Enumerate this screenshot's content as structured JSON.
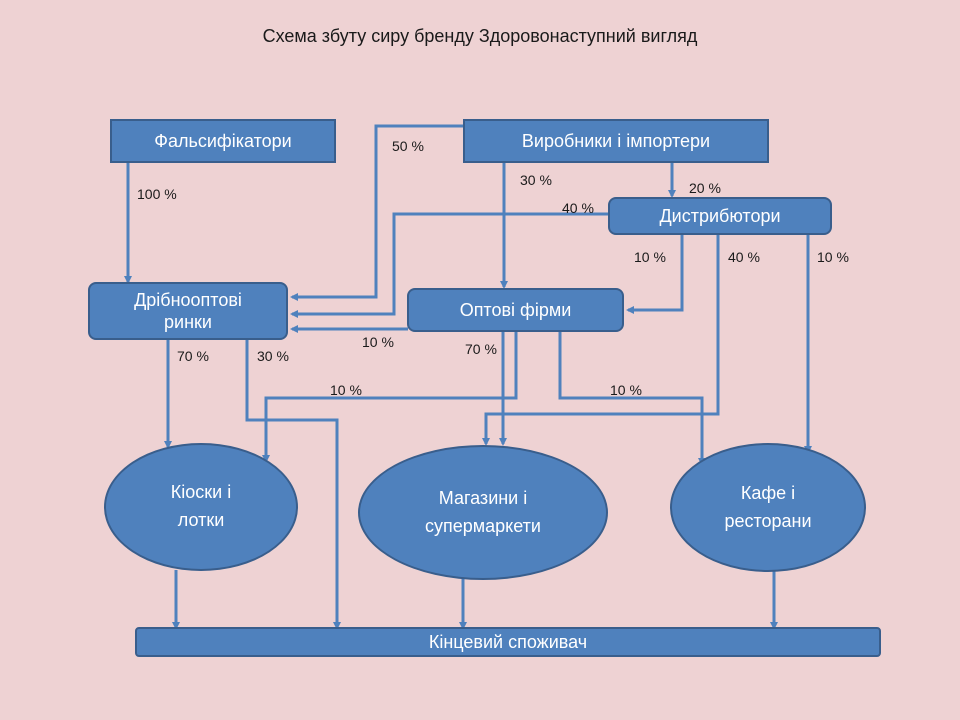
{
  "title": "Схема збуту сиру бренду Здоровонаступний вигляд",
  "nodes": {
    "falsifiers": "Фальсифікатори",
    "producers": "Виробники і імпортери",
    "distributors": "Дистрибютори",
    "small_wholesale_line1": "Дрібнооптові",
    "small_wholesale_line2": "ринки",
    "wholesale": "Оптові фірми",
    "kiosks_line1": "Кіоски і",
    "kiosks_line2": "лотки",
    "shops_line1": "Магазини і",
    "shops_line2": "супермаркети",
    "cafes_line1": "Кафе і",
    "cafes_line2": "ресторани",
    "consumer": "Кінцевий споживач"
  },
  "percentages": {
    "falsifiers_to_small": "100 %",
    "producers_to_small": "50 %",
    "producers_to_wholesale": "30 %",
    "producers_to_distributors": "20 %",
    "distributors_to_small": "40 %",
    "distributors_to_wholesale": "10 %",
    "distributors_to_shops": "40 %",
    "distributors_to_cafes": "10 %",
    "small_to_kiosks": "70 %",
    "small_to_consumer": "30 %",
    "wholesale_to_small": "10 %",
    "wholesale_to_shops": "70 %",
    "wholesale_to_kiosks": "10 %",
    "wholesale_to_cafes": "10 %"
  }
}
